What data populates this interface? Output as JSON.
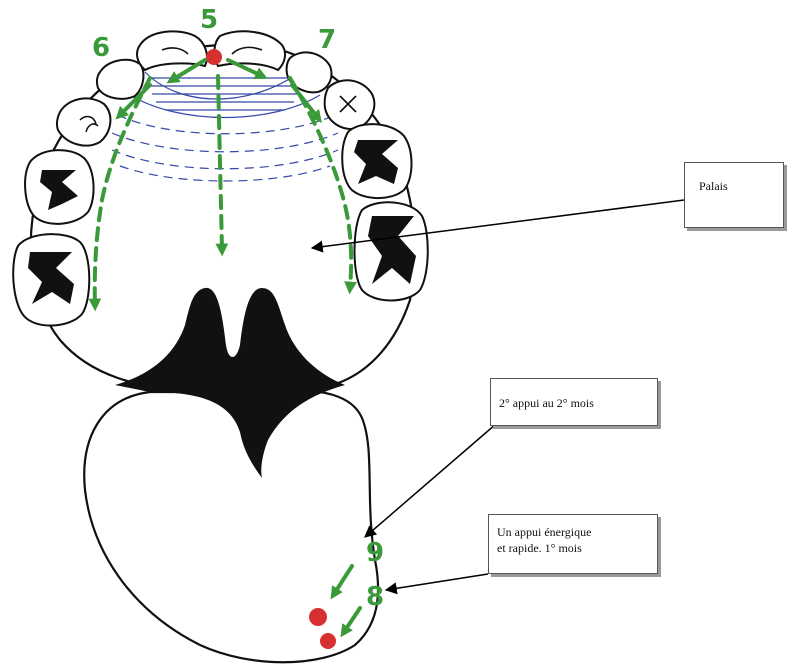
{
  "callouts": {
    "palais": "Palais",
    "second_press": "2° appui au 2° mois",
    "first_press_line1": "Un appui énergique",
    "first_press_line2": "et rapide. 1° mois"
  },
  "points": {
    "p5": "5",
    "p6": "6",
    "p7": "7",
    "p8": "8",
    "p9": "9"
  },
  "colors": {
    "outline": "#111111",
    "arrow_green": "#3a9a3a",
    "pressure_red": "#d63030",
    "hatch_blue": "#3548a8"
  }
}
